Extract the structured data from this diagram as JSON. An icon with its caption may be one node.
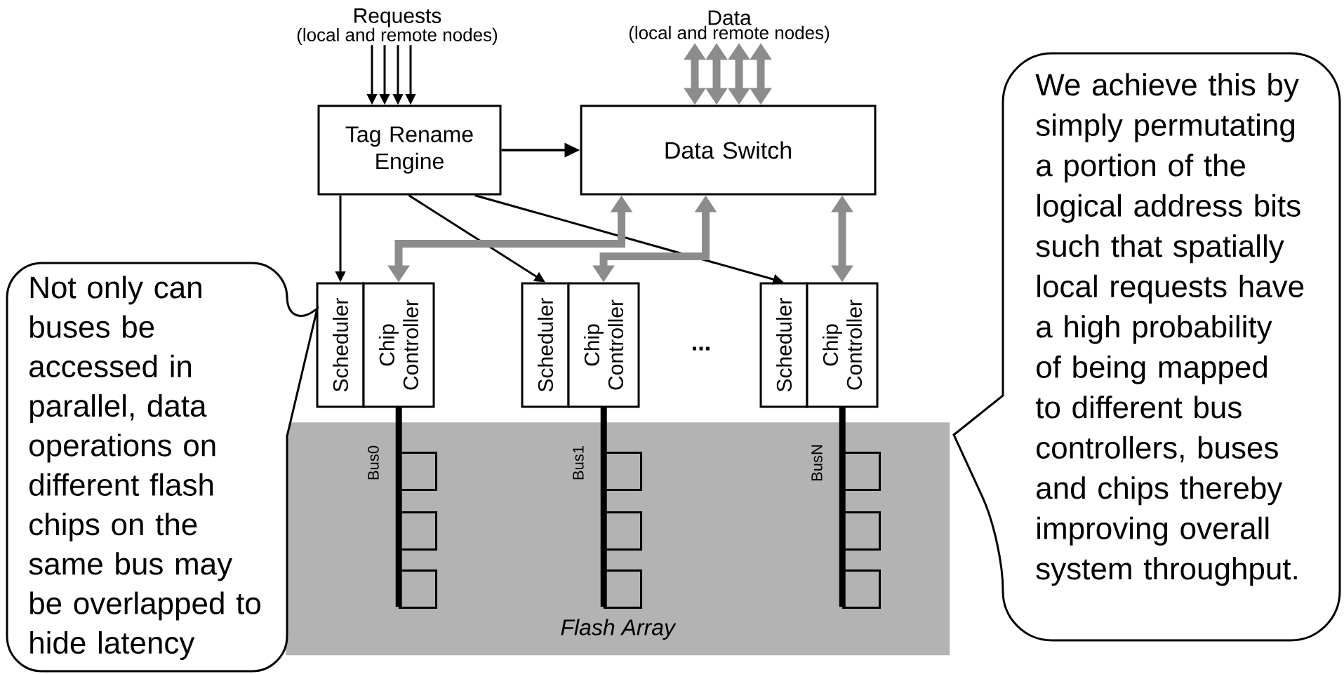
{
  "diagram": {
    "nodes": [
      {
        "text": [
          "Requests",
          "(local and remote nodes)"
        ]
      },
      {
        "text": [
          "Data",
          "(local and remote nodes)"
        ]
      },
      {
        "text": [
          "Tag Rename Engine"
        ]
      },
      {
        "text": [
          "Data Switch"
        ]
      },
      {
        "text": [
          "Scheduler"
        ]
      },
      {
        "text": [
          "Chip Controller"
        ]
      },
      {
        "text": [
          "Scheduler"
        ]
      },
      {
        "text": [
          "Chip Controller"
        ]
      },
      {
        "text": [
          "Scheduler"
        ]
      },
      {
        "text": [
          "Chip Controller"
        ]
      },
      {
        "text": [
          "Flash Array"
        ]
      },
      {
        "text": [],
        "shape": "bar"
      },
      {
        "text": [],
        "shape": "box",
        "in": 10
      },
      {
        "text": [],
        "shape": "box",
        "in": 10
      },
      {
        "text": [],
        "shape": "box",
        "in": 10
      },
      {
        "text": [],
        "shape": "bar"
      },
      {
        "text": [],
        "shape": "box",
        "in": 10
      },
      {
        "text": [],
        "shape": "box",
        "in": 10
      },
      {
        "text": [],
        "shape": "box",
        "in": 10
      },
      {
        "text": [],
        "shape": "bar"
      },
      {
        "text": [],
        "shape": "box",
        "in": 10
      },
      {
        "text": [],
        "shape": "box",
        "in": 10
      },
      {
        "text": [],
        "shape": "box",
        "in": 10
      },
      {
        "text": [
          "Not only can buses be accessed in parallel, data operations on different flash chips on the same bus may be overlapped to hide latency"
        ]
      },
      {
        "text": [
          "We achieve this by simply permutating a portion of the logical address bits such that spatially local requests have a high probability of being mapped to different bus controllers, buses and chips thereby improving overall system throughput."
        ]
      }
    ],
    "edges": [
      {
        "from": 0,
        "to": 2,
        "arrow": "to"
      },
      {
        "from": 0,
        "to": 2,
        "arrow": "to"
      },
      {
        "from": 0,
        "to": 2,
        "arrow": "to"
      },
      {
        "from": 0,
        "to": 2,
        "arrow": "to"
      },
      {
        "from": 1,
        "to": 3,
        "arrow": "both",
        "style": "thick",
        "color": "#8c8c8c"
      },
      {
        "from": 1,
        "to": 3,
        "arrow": "both",
        "style": "thick",
        "color": "#8c8c8c"
      },
      {
        "from": 1,
        "to": 3,
        "arrow": "both",
        "style": "thick",
        "color": "#8c8c8c"
      },
      {
        "from": 1,
        "to": 3,
        "arrow": "both",
        "style": "thick",
        "color": "#8c8c8c"
      },
      {
        "from": 2,
        "to": 3,
        "arrow": "to"
      },
      {
        "from": 2,
        "to": 4,
        "arrow": "to"
      },
      {
        "from": 2,
        "to": 6,
        "arrow": "to"
      },
      {
        "from": 2,
        "to": 8,
        "arrow": "to"
      },
      {
        "from": 3,
        "to": 5,
        "arrow": "both",
        "style": "thick",
        "color": "#8c8c8c"
      },
      {
        "from": 3,
        "to": 7,
        "arrow": "both",
        "style": "thick",
        "color": "#8c8c8c"
      },
      {
        "from": 3,
        "to": 9,
        "arrow": "both",
        "style": "thick",
        "color": "#8c8c8c"
      }
    ],
    "labels": [
      "...",
      "Bus0",
      "Bus1",
      "BusN"
    ]
  }
}
